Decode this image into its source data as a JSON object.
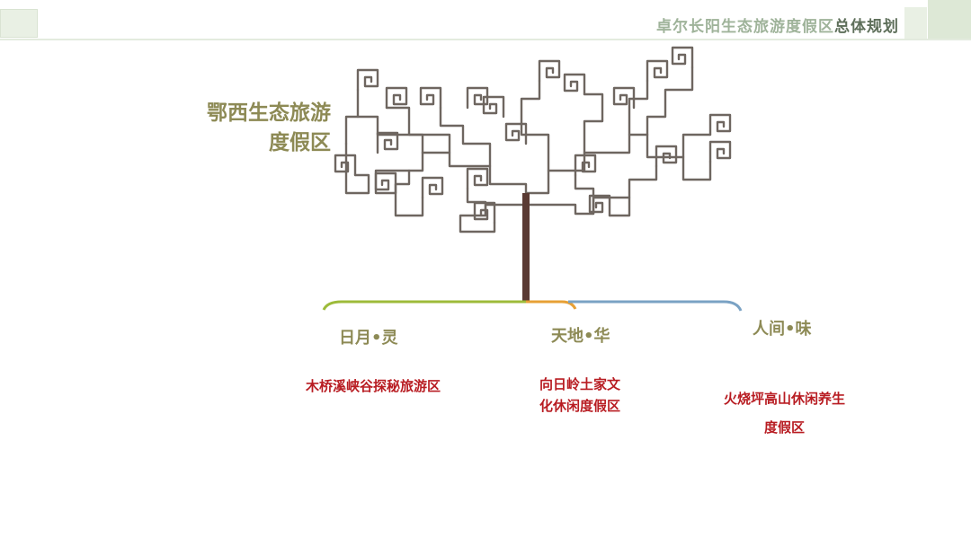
{
  "header": {
    "title_light": "卓尔长阳生态旅游度假区",
    "title_strong": "总体规划"
  },
  "tree": {
    "title_line1": "鄂西生态旅游",
    "title_line2": "度假区",
    "branch_colors": {
      "left": "#9dbb3a",
      "middle": "#e7a035",
      "right": "#7aa2c4"
    },
    "trunk_color": "#5a3a33",
    "curl_color": "#6e6660"
  },
  "branches": [
    {
      "label": "日月•灵",
      "zone_line1": "木桥溪峡谷探秘旅游区",
      "zone_line2": ""
    },
    {
      "label": "天地•华",
      "zone_line1": "向日岭土家文",
      "zone_line2": "化休闲度假区"
    },
    {
      "label": "人间•味",
      "zone_line1": "火烧坪高山休闲养生",
      "zone_line2": "度假区"
    }
  ]
}
